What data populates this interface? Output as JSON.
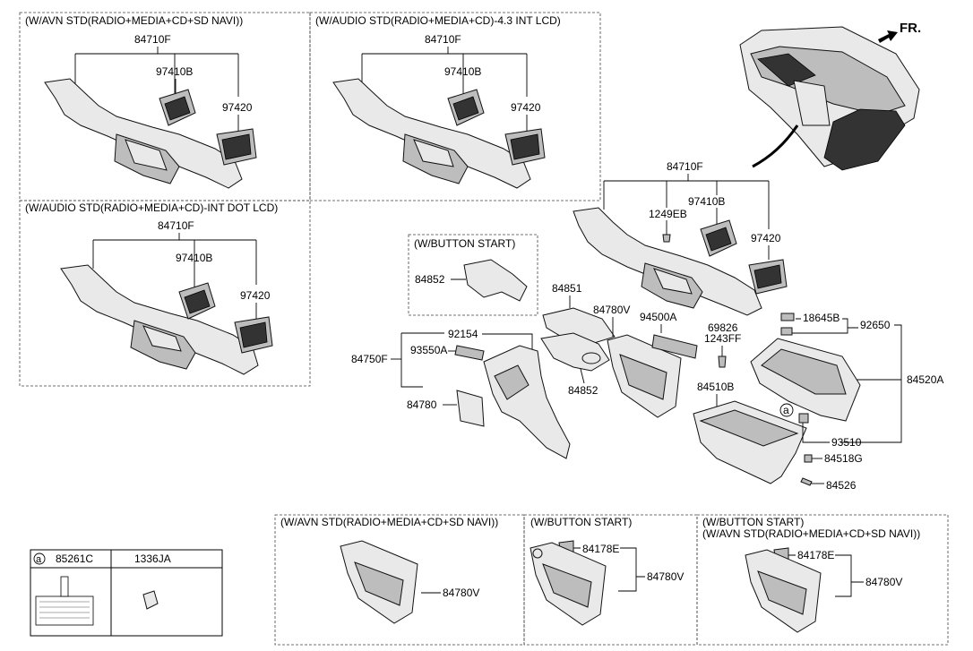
{
  "orientation": "FR.",
  "boxes": {
    "avn_sd_navi": {
      "title": "(W/AVN STD(RADIO+MEDIA+CD+SD NAVI))",
      "parts": [
        "84710F",
        "97410B",
        "97420"
      ]
    },
    "audio_43_lcd": {
      "title": "(W/AUDIO STD(RADIO+MEDIA+CD)-4.3 INT LCD)",
      "parts": [
        "84710F",
        "97410B",
        "97420"
      ]
    },
    "audio_dot_lcd": {
      "title": "(W/AUDIO STD(RADIO+MEDIA+CD)-INT DOT LCD)",
      "parts": [
        "84710F",
        "97410B",
        "97420"
      ]
    },
    "button_start_small": {
      "title": "(W/BUTTON START)",
      "parts": [
        "84852"
      ]
    },
    "bottom_avn": {
      "title": "(W/AVN STD(RADIO+MEDIA+CD+SD NAVI))",
      "parts": [
        "84780V"
      ]
    },
    "bottom_button_start": {
      "title": "(W/BUTTON START)",
      "parts": [
        "84178E",
        "84780V"
      ]
    },
    "bottom_button_avn": {
      "title": "(W/BUTTON START)",
      "title2": "(W/AVN STD(RADIO+MEDIA+CD+SD NAVI))",
      "parts": [
        "84178E",
        "84780V"
      ]
    }
  },
  "main_labels": {
    "p84710F": "84710F",
    "p1249EB": "1249EB",
    "p97410B": "97410B",
    "p97420": "97420",
    "p84851": "84851",
    "p84780V": "84780V",
    "p94500A": "94500A",
    "p69826": "69826",
    "p1243FF": "1243FF",
    "p18645B": "18645B",
    "p92650": "92650",
    "p92154": "92154",
    "p93550A": "93550A",
    "p84750F": "84750F",
    "p84852": "84852",
    "p84510B": "84510B",
    "p84520A": "84520A",
    "p84780": "84780",
    "p93510": "93510",
    "p84518G": "84518G",
    "p84526": "84526",
    "circle_a": "a"
  },
  "legend": {
    "marker": "a",
    "col1": "85261C",
    "col2": "1336JA"
  }
}
